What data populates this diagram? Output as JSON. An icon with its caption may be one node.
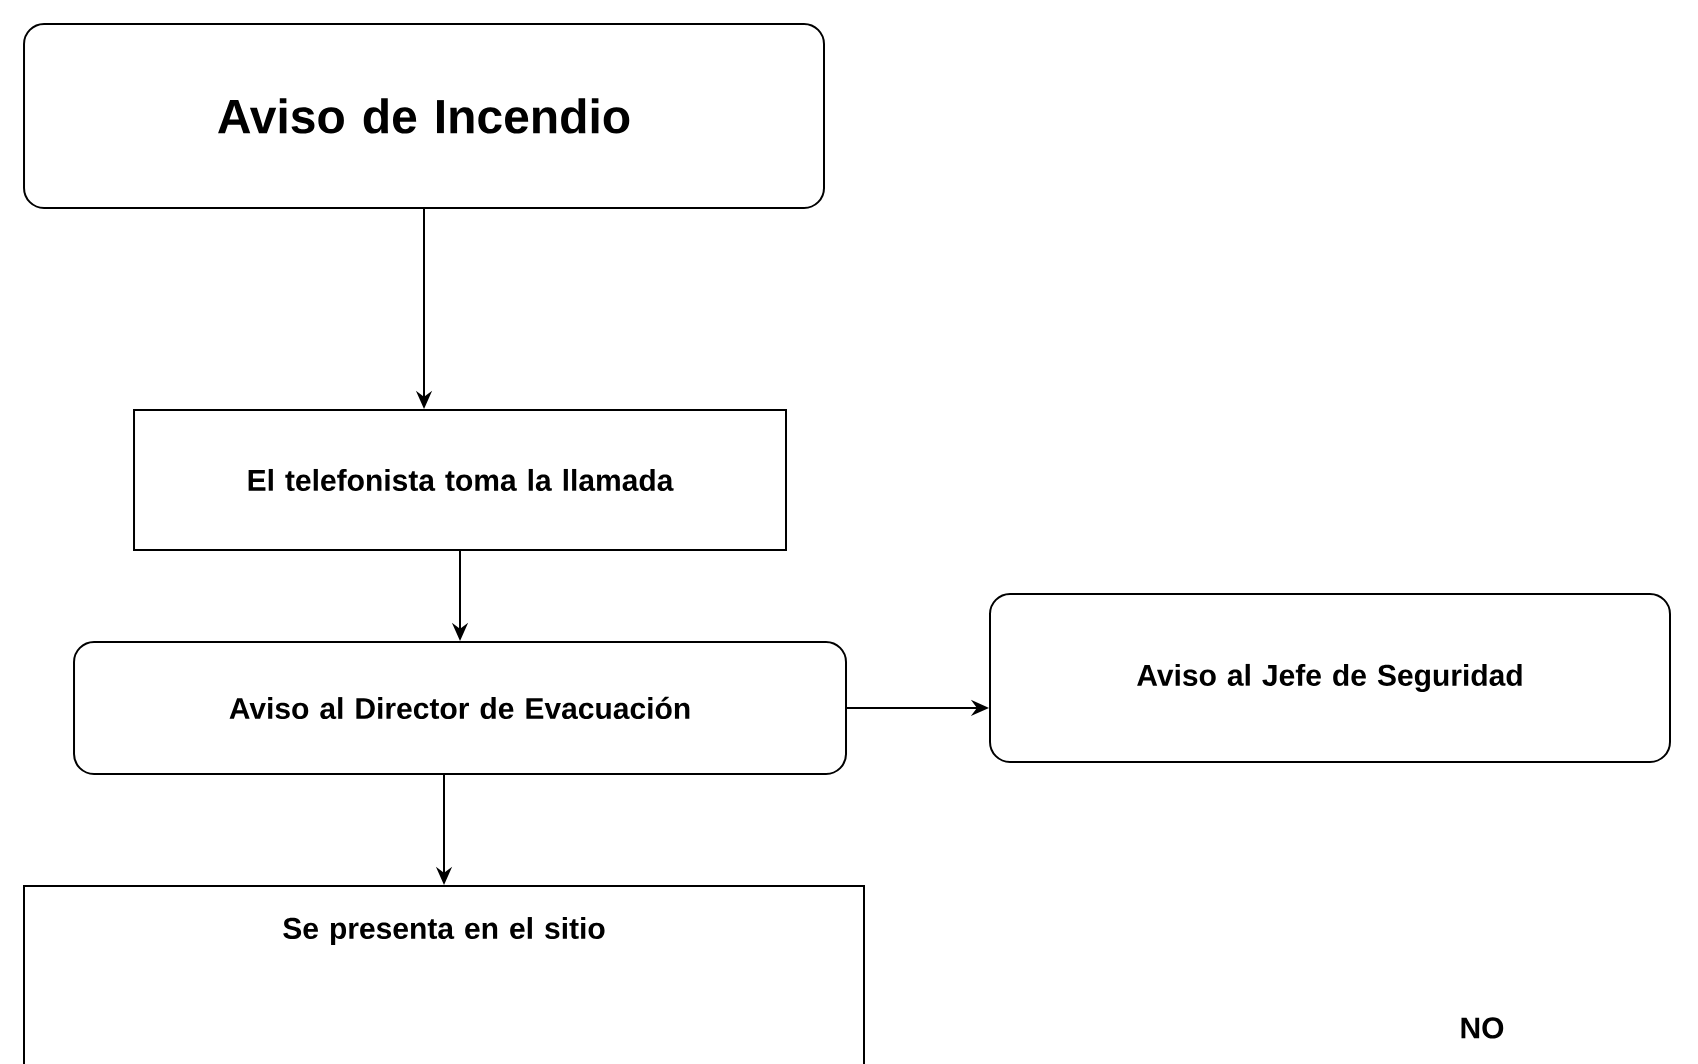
{
  "diagram": {
    "nodes": [
      {
        "text": [
          "Aviso de Incendio"
        ]
      },
      {
        "text": [
          "El telefonista toma la llamada"
        ]
      },
      {
        "text": [
          "Aviso al Director de Evacuación"
        ]
      },
      {
        "text": [
          "Aviso al Jefe de Seguridad"
        ]
      },
      {
        "text": [
          "Se presenta en el sitio"
        ]
      }
    ],
    "edges": [
      {
        "from": 0,
        "to": 1,
        "arrow": "to"
      },
      {
        "from": 1,
        "to": 2,
        "arrow": "to"
      },
      {
        "from": 2,
        "to": 3,
        "arrow": "to"
      },
      {
        "from": 2,
        "to": 4,
        "arrow": "to"
      }
    ],
    "labels": [
      "NO"
    ]
  }
}
